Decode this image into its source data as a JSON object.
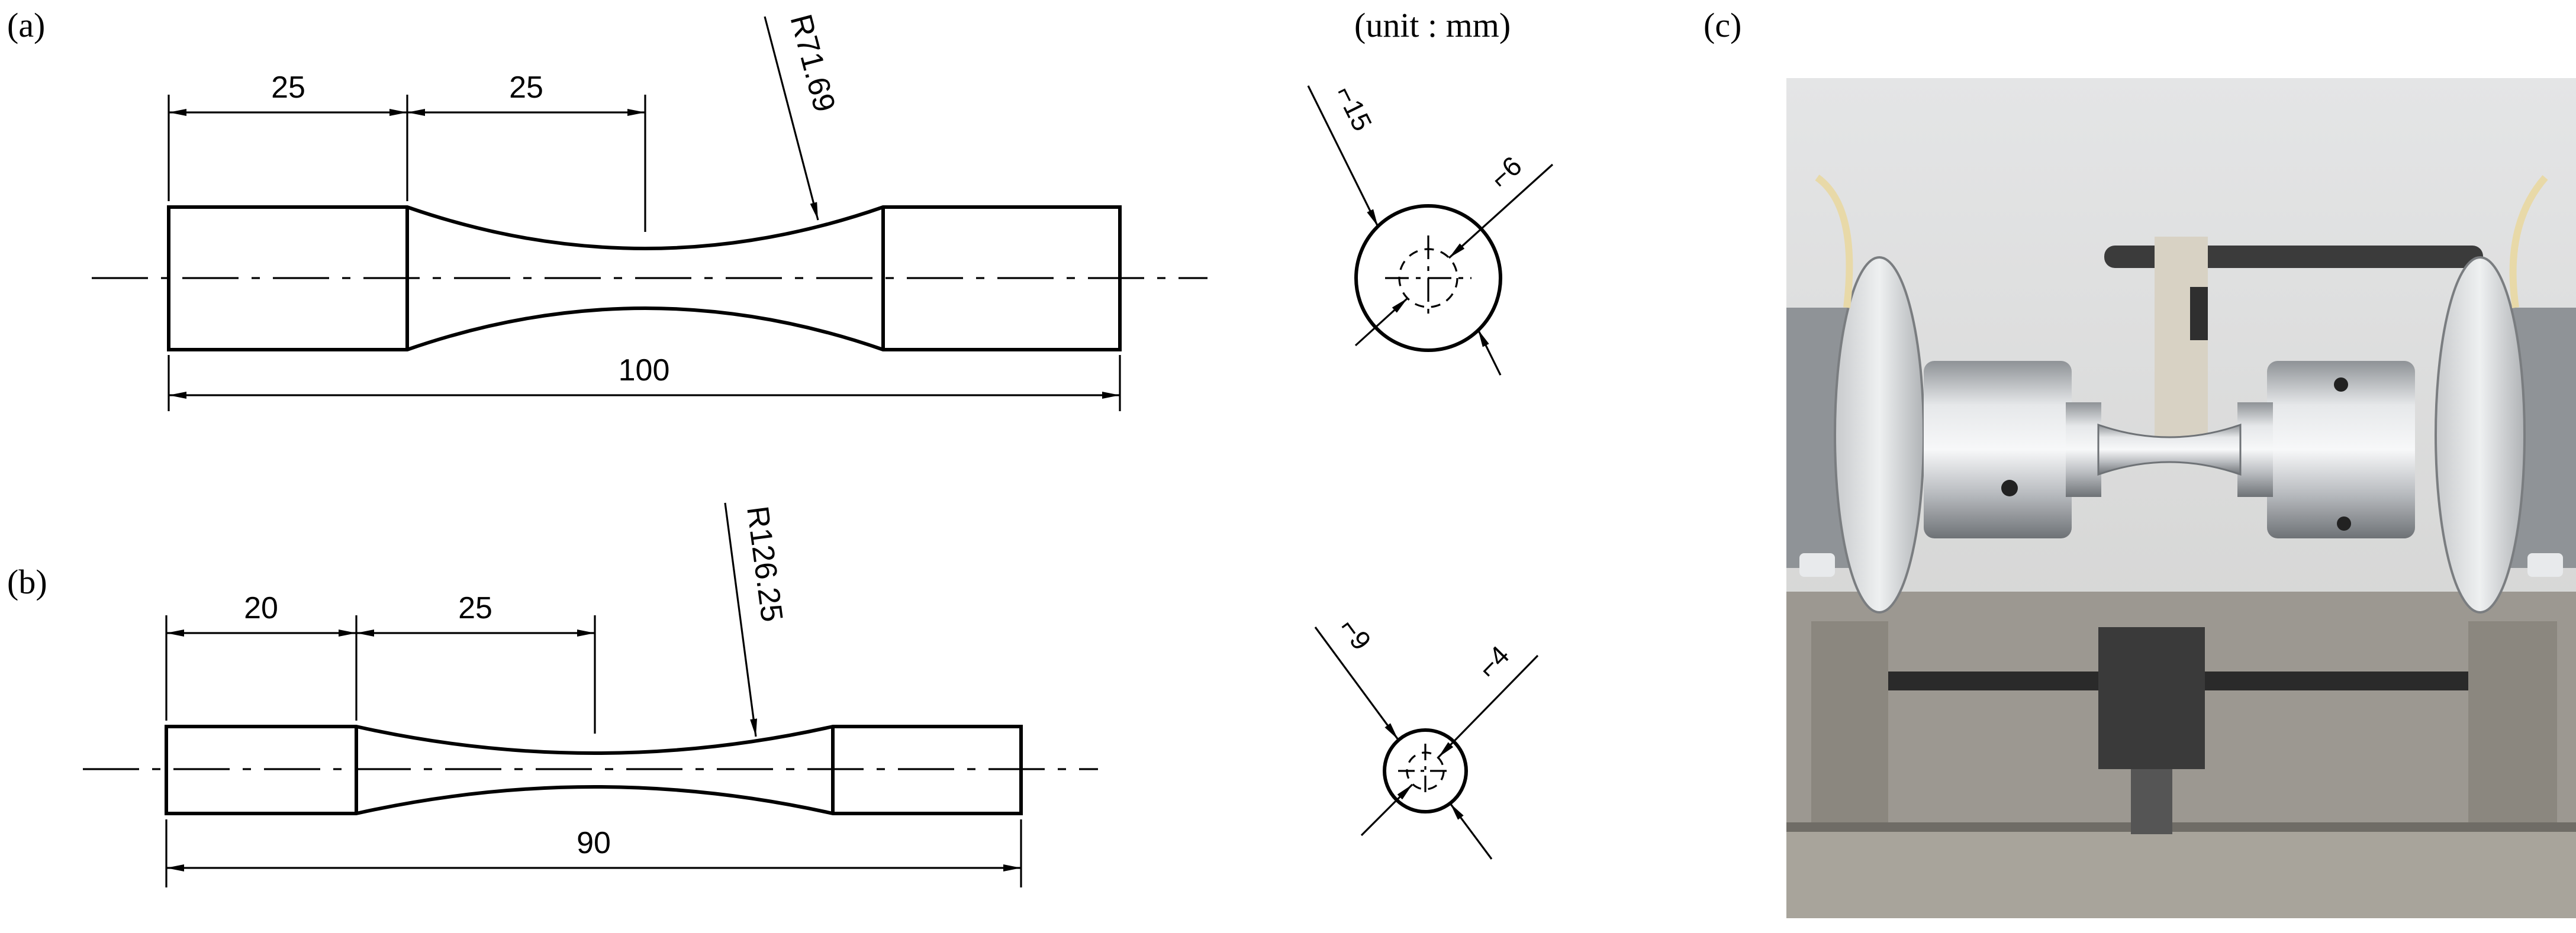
{
  "labels": {
    "panel_a": "(a)",
    "panel_b": "(b)",
    "panel_c": "(c)",
    "unit": "(unit : mm)"
  },
  "specimen_a": {
    "grip_length": "25",
    "half_gauge_length": "25",
    "radius": "R71.69",
    "total_length": "100",
    "outer_diameter": "⌐15",
    "inner_diameter": "⌐6"
  },
  "specimen_b": {
    "grip_length": "20",
    "half_gauge_length": "25",
    "radius": "R126.25",
    "total_length": "90",
    "outer_diameter": "⌐9",
    "inner_diameter": "⌐4"
  },
  "photo": {
    "background": "#dcdcda",
    "frame": "#9f9b94",
    "metal": "#b9bcc0",
    "dark": "#2a2a2a"
  }
}
